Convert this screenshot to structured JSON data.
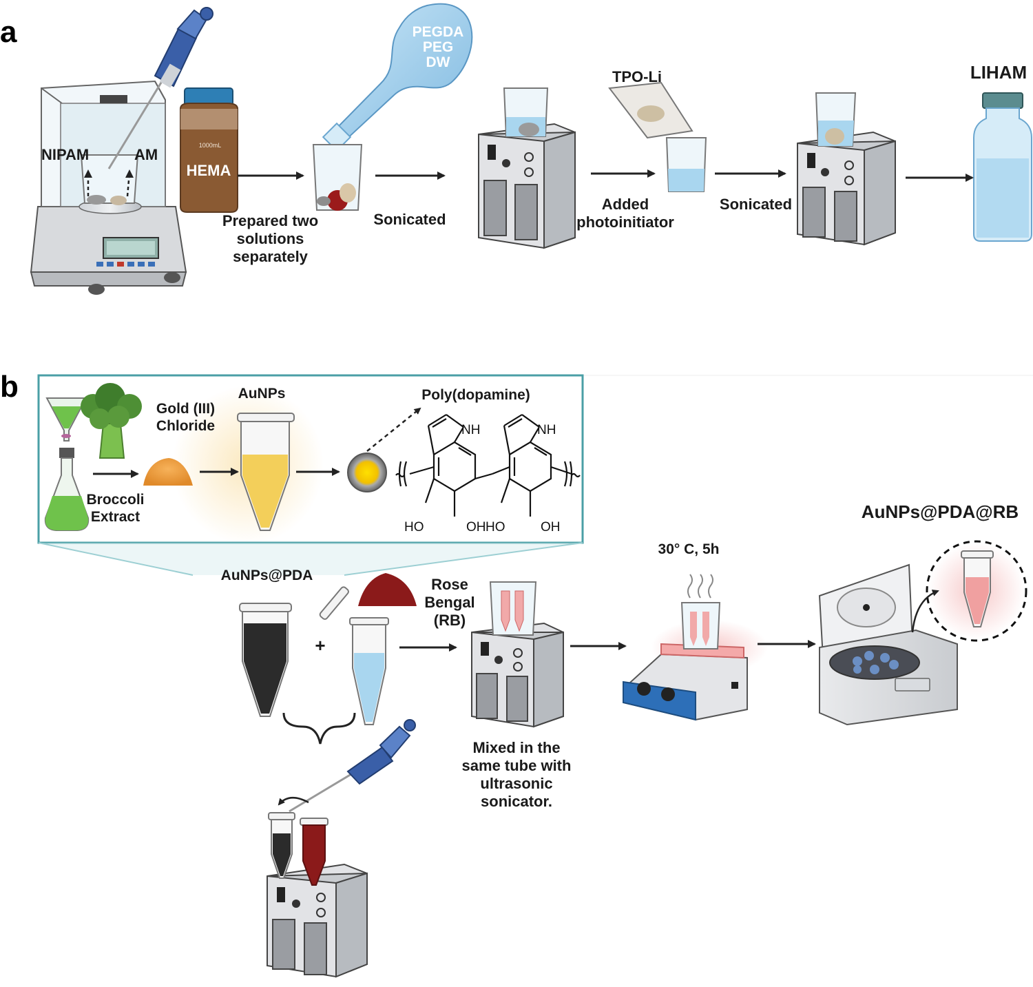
{
  "panel_a": {
    "letter": "a",
    "nipam": "NIPAM",
    "am": "AM",
    "hema": "HEMA",
    "bottle_volume": "1000mL",
    "flask_text": "PEGDA\nPEG\nDW",
    "step1": "Prepared two\nsolutions\nseparately",
    "step2": "Sonicated",
    "tpo": "TPO-Li",
    "step3": "Added\nphotoinitiator",
    "step4": "Sonicated",
    "product": "LIHAM"
  },
  "panel_b": {
    "letter": "b",
    "gold": "Gold (III)\nChloride",
    "aunps": "AuNPs",
    "pda": "Poly(dopamine)",
    "broccoli": "Broccoli\nExtract",
    "nh1": "NH",
    "nh2": "NH",
    "ho1": "HO",
    "oh1": "OH",
    "ho2": "HO",
    "oh2": "OH",
    "aunps_pda": "AuNPs@PDA",
    "plus": "+",
    "rose": "Rose\nBengal\n(RB)",
    "mixed": "Mixed in the\nsame tube with\nultrasonic\nsonicator.",
    "condition": "30° C, 5h",
    "final": "AuNPs@PDA@RB"
  },
  "colors": {
    "inset_border": "#4a9fa6",
    "arrow": "#222222",
    "pipette_blue": "#3a5fa8",
    "hema_brown": "#8a5a33",
    "rose_red": "#8b1a1a",
    "gold_orange": "#f0a23c",
    "au_yellow": "#f3cf5a",
    "broccoli_green": "#5a9a3c"
  }
}
